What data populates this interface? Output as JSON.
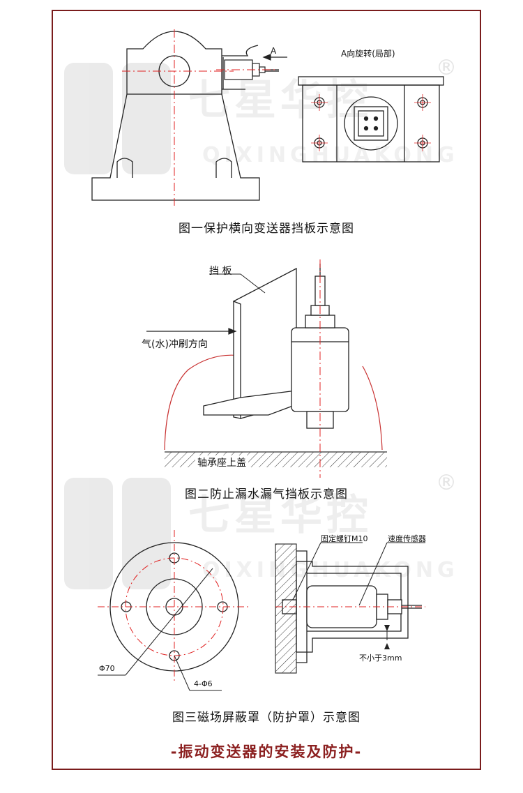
{
  "watermark": {
    "cn": "七星华控",
    "en": "QIXINGHUAKONG",
    "reg": "®"
  },
  "fig1": {
    "arrow_label": "A",
    "rotate_label": "A向旋转(局部)",
    "caption": "图一保护横向变送器挡板示意图"
  },
  "fig2": {
    "baffle_label": "挡 板",
    "flush_label": "气(水)冲刷方向",
    "cover_label": "轴承座上盖",
    "caption": "图二防止漏水漏气挡板示意图"
  },
  "fig3": {
    "bolt_label": "固定螺钉M10",
    "sensor_label": "速度传感器",
    "gap_label": "不小于3mm",
    "dia_label": "Φ70",
    "holes_label": "4-Φ6",
    "caption": "图三磁场屏蔽罩（防护罩）示意图"
  },
  "footer": "-振动变送器的安装及防护-",
  "colors": {
    "frame": "#7a1c1c",
    "centerline": "#e02020",
    "footer": "#8b1f1f"
  }
}
